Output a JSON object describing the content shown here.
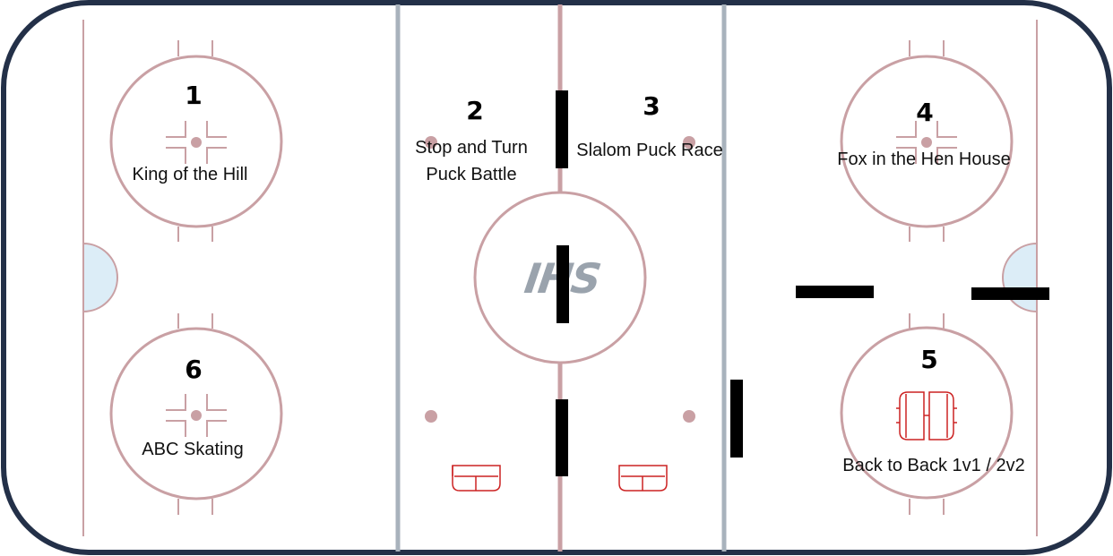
{
  "logo_text": "IHS",
  "colors": {
    "boards": "#233048",
    "red_line": "#c9a0a4",
    "blue_line": "#a8b2bc",
    "crease": "#dcedf7",
    "net": "#cc2222",
    "barrier": "#000000"
  },
  "stations": [
    {
      "number": "1",
      "label": "King of the Hill"
    },
    {
      "number": "2",
      "label_lines": [
        "Stop and Turn",
        "Puck Battle"
      ]
    },
    {
      "number": "3",
      "label": "Slalom Puck Race"
    },
    {
      "number": "4",
      "label": "Fox in the Hen House"
    },
    {
      "number": "5",
      "label": "Back to Back 1v1 / 2v2"
    },
    {
      "number": "6",
      "label": "ABC Skating"
    }
  ]
}
